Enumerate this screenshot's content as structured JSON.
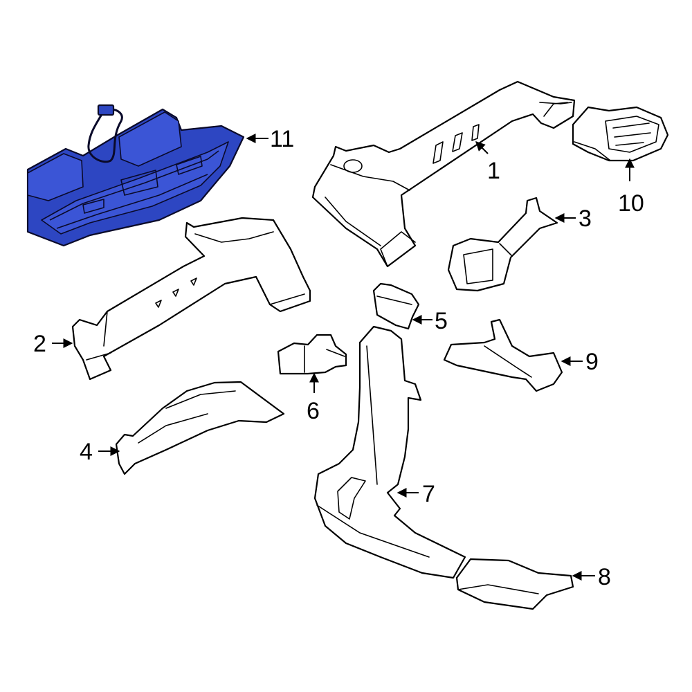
{
  "callouts": [
    {
      "id": "1",
      "label": "1"
    },
    {
      "id": "2",
      "label": "2"
    },
    {
      "id": "3",
      "label": "3"
    },
    {
      "id": "4",
      "label": "4"
    },
    {
      "id": "5",
      "label": "5"
    },
    {
      "id": "6",
      "label": "6"
    },
    {
      "id": "7",
      "label": "7"
    },
    {
      "id": "8",
      "label": "8"
    },
    {
      "id": "9",
      "label": "9"
    },
    {
      "id": "10",
      "label": "10"
    },
    {
      "id": "11",
      "label": "11"
    }
  ],
  "colors": {
    "highlight": "#2d46c2",
    "outline": "#000000",
    "background": "#ffffff"
  },
  "highlighted_part": "11"
}
